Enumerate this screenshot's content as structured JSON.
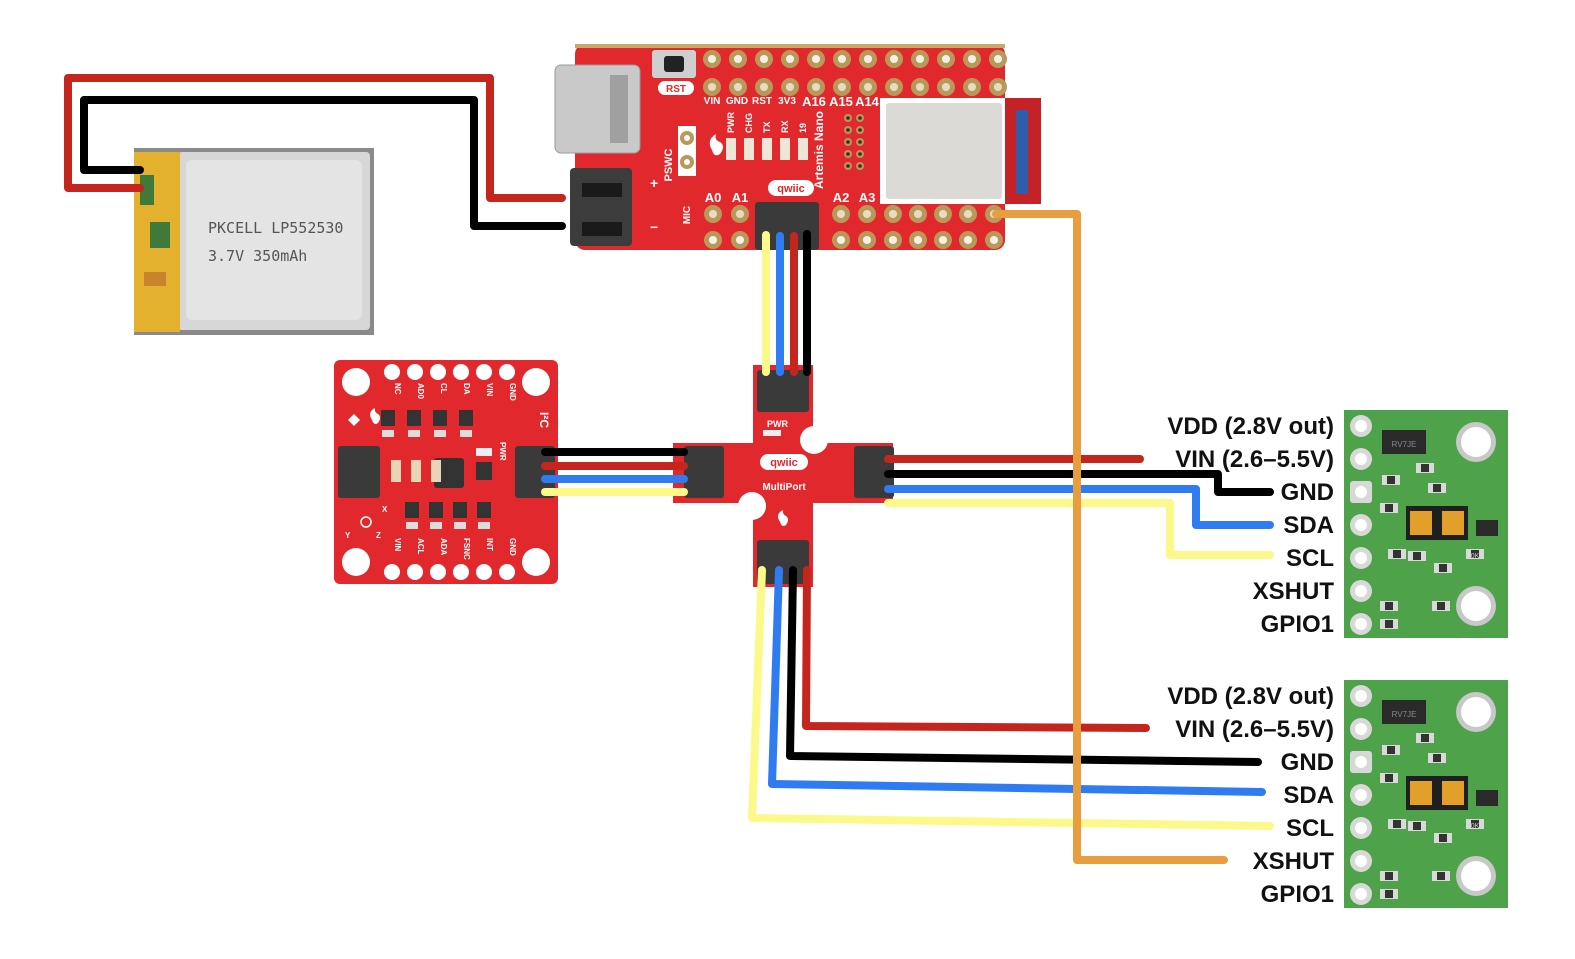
{
  "diagram": {
    "title": "Wiring diagram: Artemis Nano with Qwiic MultiPort, IMU and two distance sensors",
    "colors": {
      "wire_red": "#c4261d",
      "wire_black": "#000000",
      "wire_blue": "#2f7bf2",
      "wire_yellow": "#fbf98a",
      "wire_orange": "#e89e3e",
      "pcb_red": "#e1282c",
      "pcb_green": "#4ea34a",
      "connector_dark": "#333333",
      "pad_gold": "#b8995a"
    },
    "battery": {
      "brand_model": "PKCELL LP552530",
      "rating": "3.7V 350mAh"
    },
    "artemis": {
      "rst_label": "RST",
      "top_pins": [
        "VIN",
        "GND",
        "RST",
        "3V3",
        "A16",
        "A15",
        "A14"
      ],
      "led_labels": [
        "PWR",
        "CHG",
        "TX",
        "RX",
        "19"
      ],
      "pswc_label": "PSWC",
      "board_name": "Artemis Nano",
      "bottom_pins": [
        "A0",
        "A1",
        "A2",
        "A3"
      ],
      "mic_label": "MIC",
      "qwiic_label": "qwiic",
      "plus_label": "+",
      "minus_label": "−"
    },
    "imu": {
      "top_pins": [
        "NC",
        "AD0",
        "CL",
        "DA",
        "VIN",
        "GND"
      ],
      "bottom_pins": [
        "VIN",
        "ACL",
        "ADA",
        "FSNC",
        "INT",
        "GND"
      ],
      "i2c_label": "I²C",
      "pwr_label": "PWR",
      "axes": [
        "X",
        "Y",
        "Z"
      ]
    },
    "multiport": {
      "pwr_label": "PWR",
      "logo": "qwiic",
      "name": "MultiPort"
    },
    "sensors": [
      {
        "pins": [
          "VDD (2.8V out)",
          "VIN (2.6–5.5V)",
          "GND",
          "SDA",
          "SCL",
          "XSHUT",
          "GPIO1"
        ],
        "chip_marking": "RV7JE",
        "resistor_marking": "0K"
      },
      {
        "pins": [
          "VDD (2.8V out)",
          "VIN (2.6–5.5V)",
          "GND",
          "SDA",
          "SCL",
          "XSHUT",
          "GPIO1"
        ],
        "chip_marking": "RV7JE",
        "resistor_marking": "0K"
      }
    ],
    "wires": [
      {
        "from": "battery",
        "to": "artemis-jst-plus",
        "color": "red"
      },
      {
        "from": "battery",
        "to": "artemis-jst-minus",
        "color": "black"
      },
      {
        "from": "artemis-qwiic",
        "to": "multiport-top",
        "colors": [
          "yellow",
          "blue",
          "red",
          "black"
        ]
      },
      {
        "from": "multiport-left",
        "to": "imu-qwiic",
        "colors": [
          "black",
          "red",
          "blue",
          "yellow"
        ]
      },
      {
        "from": "multiport-right",
        "to": "sensor1",
        "colors": [
          "red",
          "black",
          "blue",
          "yellow"
        ]
      },
      {
        "from": "multiport-bottom",
        "to": "sensor2",
        "colors": [
          "yellow",
          "blue",
          "black",
          "red"
        ]
      },
      {
        "from": "artemis-pin",
        "to": "sensor2-xshut",
        "color": "orange"
      }
    ]
  }
}
